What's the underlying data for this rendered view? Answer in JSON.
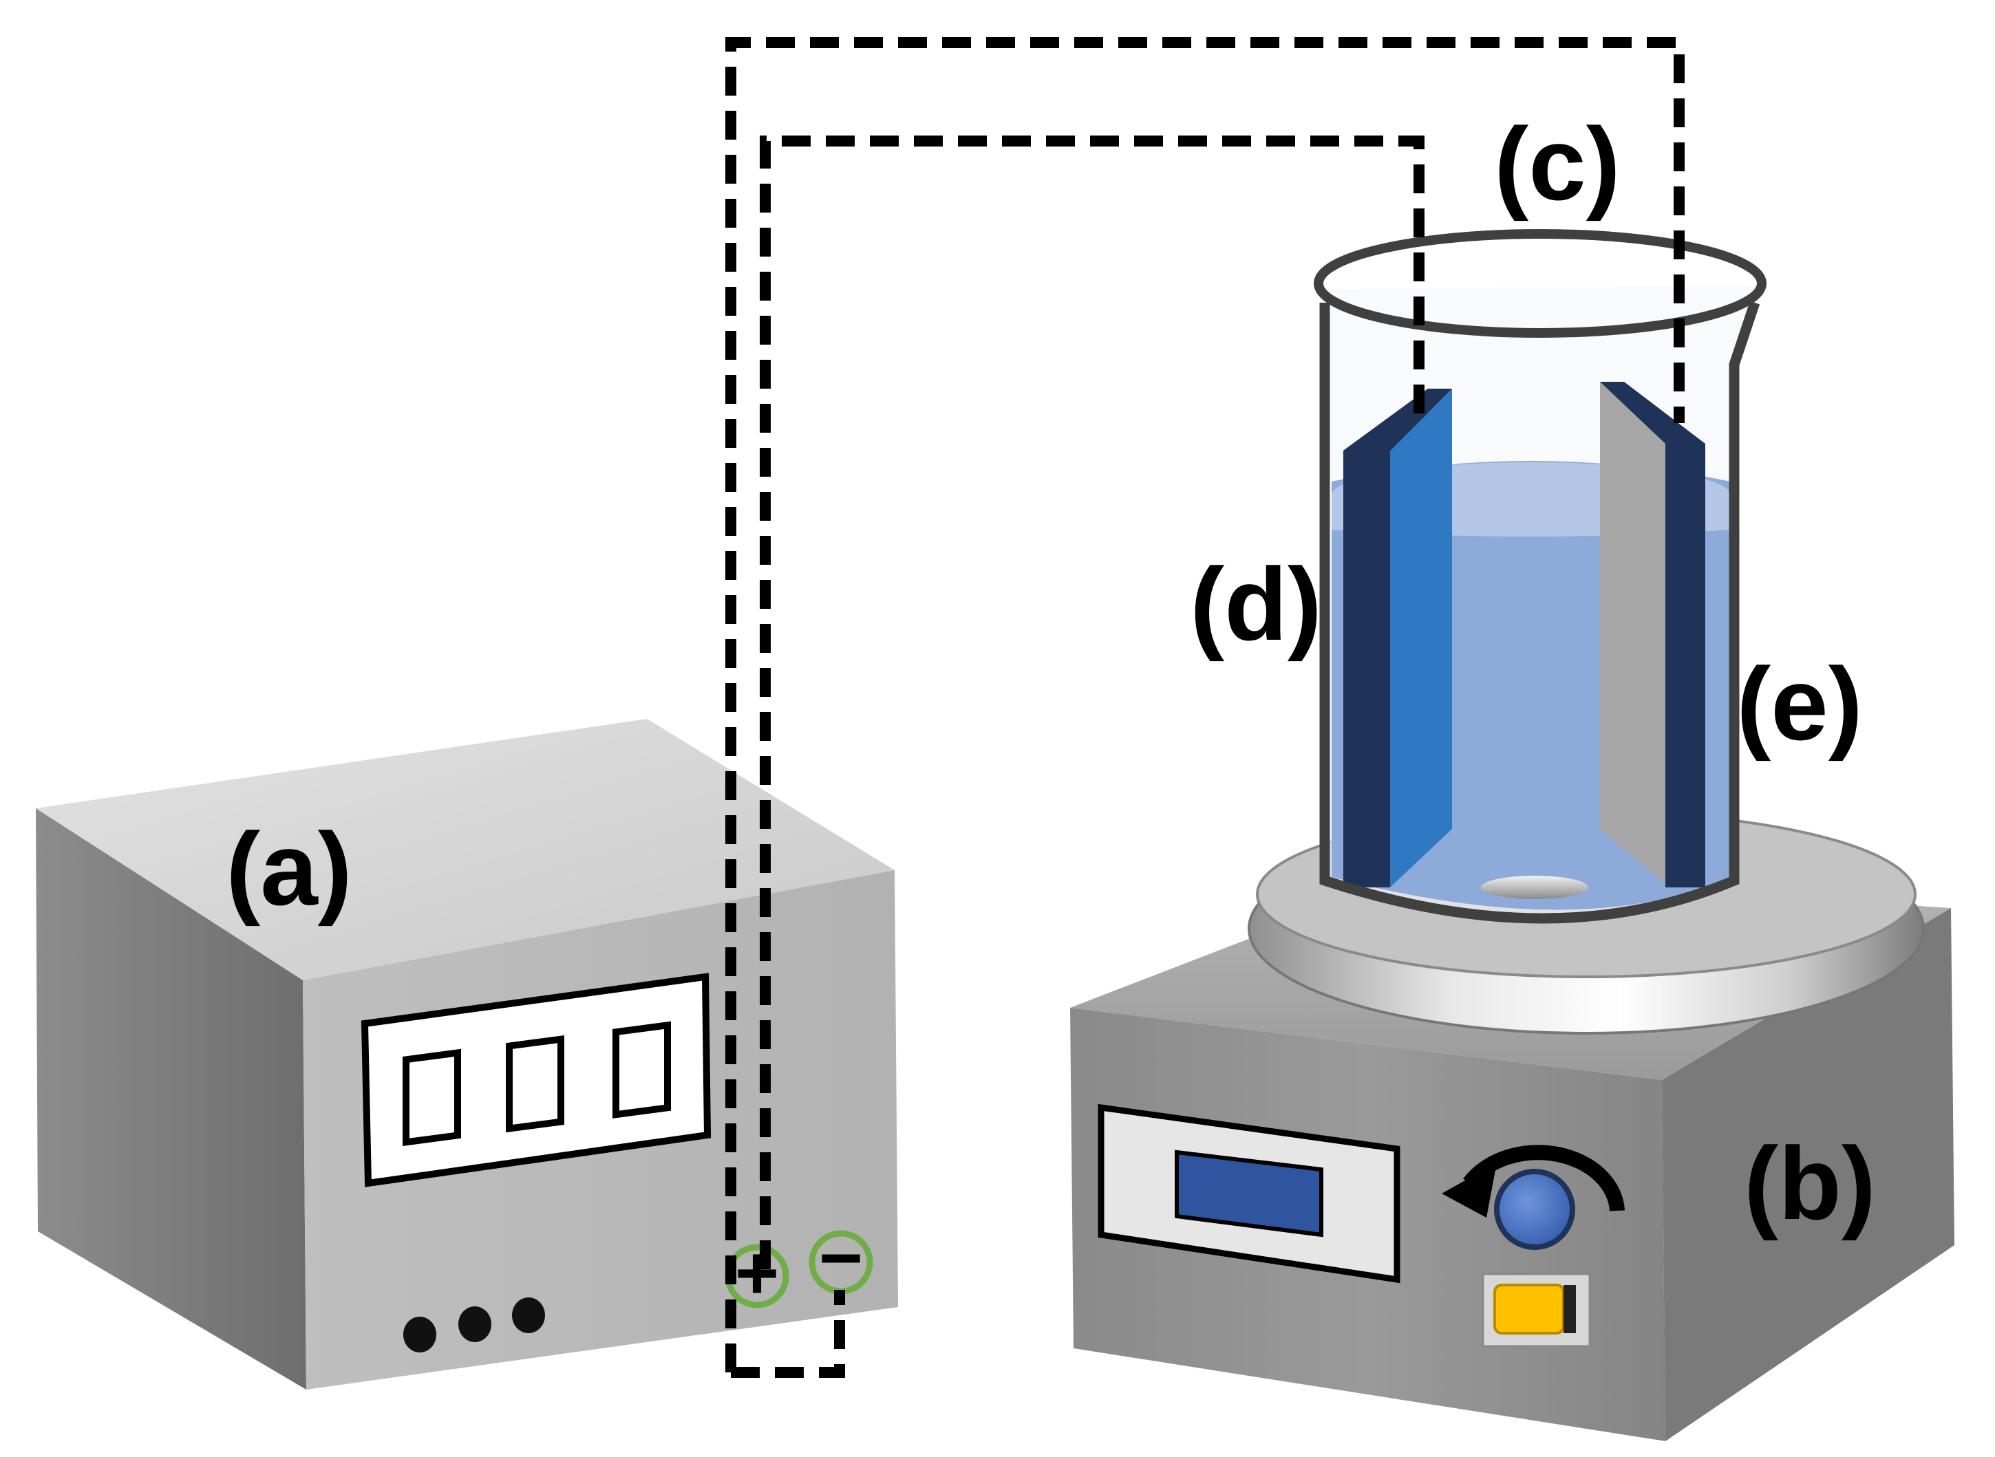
{
  "labels": {
    "power_supply": "(a)",
    "stirrer": "(b)",
    "beaker": "(c)",
    "left_electrode": "(d)",
    "right_electrode": "(e)"
  },
  "terminals": {
    "positive": "+",
    "negative": "−"
  },
  "colors": {
    "liquid": "#8eaadb",
    "liquid_surface": "#b4c7e7",
    "left_electrode_face": "#2f78c2",
    "left_electrode_side": "#1f3257",
    "right_electrode_face": "#a6a6a6",
    "right_electrode_side": "#1f3257",
    "stirrer_screen": "#2f55a0",
    "knob": "#4472c4",
    "switch": "#ffc000",
    "terminal_ring": "#70ad47",
    "wire": "#000000"
  }
}
